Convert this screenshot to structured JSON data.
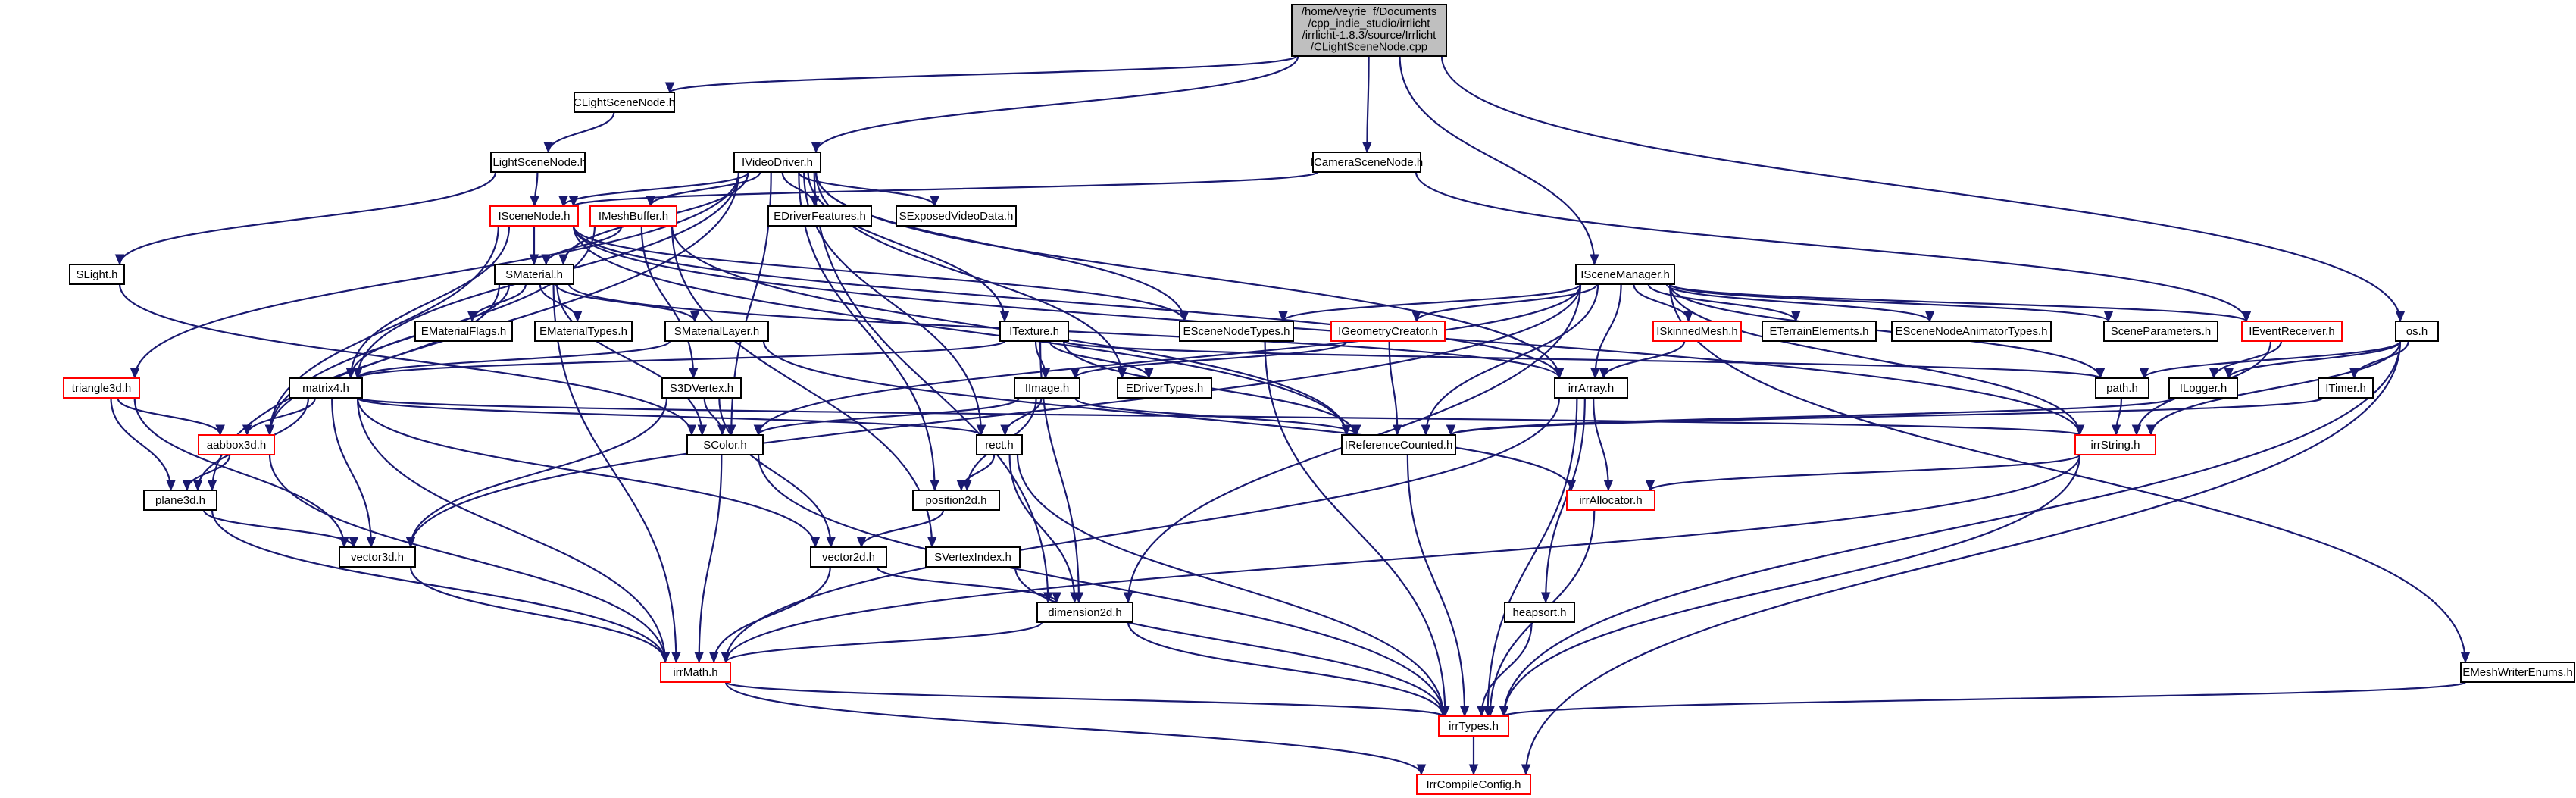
{
  "graph": {
    "root_label": [
      "/home/veyrie_f/Documents",
      "/cpp_indie_studio/irrlicht",
      "/irrlicht-1.8.3/source/Irrlicht",
      "/CLightSceneNode.cpp"
    ],
    "nodes": [
      {
        "id": "root",
        "label": "",
        "red": false
      },
      {
        "id": "clightscenenode",
        "label": "CLightSceneNode.h",
        "red": false
      },
      {
        "id": "ilightscenenode",
        "label": "ILightSceneNode.h",
        "red": false
      },
      {
        "id": "ivideodriver",
        "label": "IVideoDriver.h",
        "red": false
      },
      {
        "id": "icamerascenenode",
        "label": "ICameraSceneNode.h",
        "red": false
      },
      {
        "id": "iscenenode",
        "label": "ISceneNode.h",
        "red": true
      },
      {
        "id": "imeshbuffer",
        "label": "IMeshBuffer.h",
        "red": true
      },
      {
        "id": "edriverfeatures",
        "label": "EDriverFeatures.h",
        "red": false
      },
      {
        "id": "sexposedvideodata",
        "label": "SExposedVideoData.h",
        "red": false
      },
      {
        "id": "slight",
        "label": "SLight.h",
        "red": false
      },
      {
        "id": "smaterial",
        "label": "SMaterial.h",
        "red": false
      },
      {
        "id": "iscenemanager",
        "label": "ISceneManager.h",
        "red": false
      },
      {
        "id": "os",
        "label": "os.h",
        "red": false
      },
      {
        "id": "triangle3d",
        "label": "triangle3d.h",
        "red": true
      },
      {
        "id": "ematerialflags",
        "label": "EMaterialFlags.h",
        "red": false
      },
      {
        "id": "ematerialtypes",
        "label": "EMaterialTypes.h",
        "red": false
      },
      {
        "id": "smateriallayer",
        "label": "SMaterialLayer.h",
        "red": false
      },
      {
        "id": "itexture",
        "label": "ITexture.h",
        "red": false
      },
      {
        "id": "escenenodetypes",
        "label": "ESceneNodeTypes.h",
        "red": false
      },
      {
        "id": "igeometrycreator",
        "label": "IGeometryCreator.h",
        "red": true
      },
      {
        "id": "iskinnedmesh",
        "label": "ISkinnedMesh.h",
        "red": true
      },
      {
        "id": "eterrainelements",
        "label": "ETerrainElements.h",
        "red": false
      },
      {
        "id": "escenenodeanimatortypes",
        "label": "ESceneNodeAnimatorTypes.h",
        "red": false
      },
      {
        "id": "sceneparameters",
        "label": "SceneParameters.h",
        "red": false
      },
      {
        "id": "ieventreceiver",
        "label": "IEventReceiver.h",
        "red": true
      },
      {
        "id": "matrix4",
        "label": "matrix4.h",
        "red": false
      },
      {
        "id": "s3dvertex",
        "label": "S3DVertex.h",
        "red": false
      },
      {
        "id": "iimage",
        "label": "IImage.h",
        "red": false
      },
      {
        "id": "edrivertypes",
        "label": "EDriverTypes.h",
        "red": false
      },
      {
        "id": "irrarray",
        "label": "irrArray.h",
        "red": false
      },
      {
        "id": "path",
        "label": "path.h",
        "red": false
      },
      {
        "id": "ilogger",
        "label": "ILogger.h",
        "red": false
      },
      {
        "id": "itimer",
        "label": "ITimer.h",
        "red": false
      },
      {
        "id": "aabbox3d",
        "label": "aabbox3d.h",
        "red": true
      },
      {
        "id": "scolor",
        "label": "SColor.h",
        "red": false
      },
      {
        "id": "rect",
        "label": "rect.h",
        "red": false
      },
      {
        "id": "ireferencecounted",
        "label": "IReferenceCounted.h",
        "red": false
      },
      {
        "id": "irrstring",
        "label": "irrString.h",
        "red": true
      },
      {
        "id": "plane3d",
        "label": "plane3d.h",
        "red": false
      },
      {
        "id": "position2d",
        "label": "position2d.h",
        "red": false
      },
      {
        "id": "irrallocator",
        "label": "irrAllocator.h",
        "red": true
      },
      {
        "id": "vector3d",
        "label": "vector3d.h",
        "red": false
      },
      {
        "id": "vector2d",
        "label": "vector2d.h",
        "red": false
      },
      {
        "id": "svertexindex",
        "label": "SVertexIndex.h",
        "red": false
      },
      {
        "id": "dimension2d",
        "label": "dimension2d.h",
        "red": false
      },
      {
        "id": "heapsort",
        "label": "heapsort.h",
        "red": false
      },
      {
        "id": "irrmath",
        "label": "irrMath.h",
        "red": true
      },
      {
        "id": "emeshwriterenums",
        "label": "EMeshWriterEnums.h",
        "red": false
      },
      {
        "id": "irrtypes",
        "label": "irrTypes.h",
        "red": true
      },
      {
        "id": "irrcompileconfig",
        "label": "IrrCompileConfig.h",
        "red": true
      }
    ],
    "edges": [
      [
        "root",
        "clightscenenode"
      ],
      [
        "root",
        "ivideodriver"
      ],
      [
        "root",
        "icamerascenenode"
      ],
      [
        "root",
        "iscenemanager"
      ],
      [
        "root",
        "os"
      ],
      [
        "clightscenenode",
        "ilightscenenode"
      ],
      [
        "ilightscenenode",
        "iscenenode"
      ],
      [
        "ilightscenenode",
        "slight"
      ],
      [
        "ivideodriver",
        "iscenenode"
      ],
      [
        "ivideodriver",
        "imeshbuffer"
      ],
      [
        "ivideodriver",
        "edriverfeatures"
      ],
      [
        "ivideodriver",
        "sexposedvideodata"
      ],
      [
        "ivideodriver",
        "smaterial"
      ],
      [
        "ivideodriver",
        "itexture"
      ],
      [
        "ivideodriver",
        "edrivertypes"
      ],
      [
        "ivideodriver",
        "matrix4"
      ],
      [
        "ivideodriver",
        "triangle3d"
      ],
      [
        "ivideodriver",
        "plane3d"
      ],
      [
        "ivideodriver",
        "scolor"
      ],
      [
        "ivideodriver",
        "rect"
      ],
      [
        "ivideodriver",
        "position2d"
      ],
      [
        "ivideodriver",
        "dimension2d"
      ],
      [
        "ivideodriver",
        "irrarray"
      ],
      [
        "ivideodriver",
        "escenenodetypes"
      ],
      [
        "icamerascenenode",
        "iscenenode"
      ],
      [
        "icamerascenenode",
        "ieventreceiver"
      ],
      [
        "iscenenode",
        "smaterial"
      ],
      [
        "iscenenode",
        "matrix4"
      ],
      [
        "iscenenode",
        "aabbox3d"
      ],
      [
        "iscenenode",
        "escenenodetypes"
      ],
      [
        "iscenenode",
        "ireferencecounted"
      ],
      [
        "iscenenode",
        "irrstring"
      ],
      [
        "iscenenode",
        "irrarray"
      ],
      [
        "imeshbuffer",
        "smaterial"
      ],
      [
        "imeshbuffer",
        "s3dvertex"
      ],
      [
        "imeshbuffer",
        "svertexindex"
      ],
      [
        "imeshbuffer",
        "aabbox3d"
      ],
      [
        "imeshbuffer",
        "ireferencecounted"
      ],
      [
        "slight",
        "scolor"
      ],
      [
        "smaterial",
        "ematerialflags"
      ],
      [
        "smaterial",
        "ematerialtypes"
      ],
      [
        "smaterial",
        "smateriallayer"
      ],
      [
        "smaterial",
        "matrix4"
      ],
      [
        "smaterial",
        "scolor"
      ],
      [
        "smaterial",
        "irrmath"
      ],
      [
        "smaterial",
        "aabbox3d"
      ],
      [
        "smaterial",
        "irrarray"
      ],
      [
        "smateriallayer",
        "matrix4"
      ],
      [
        "smateriallayer",
        "irrallocator"
      ],
      [
        "iscenemanager",
        "escenenodetypes"
      ],
      [
        "iscenenode",
        "irrarray"
      ],
      [
        "iscenemanager",
        "igeometrycreator"
      ],
      [
        "iscenemanager",
        "iskinnedmesh"
      ],
      [
        "iscenemanager",
        "eterrainelements"
      ],
      [
        "iscenemanager",
        "escenenodeanimatortypes"
      ],
      [
        "iscenemanager",
        "sceneparameters"
      ],
      [
        "iscenemanager",
        "ieventreceiver"
      ],
      [
        "iscenemanager",
        "emeshwriterenums"
      ],
      [
        "iscenemanager",
        "irrarray"
      ],
      [
        "iscenemanager",
        "path"
      ],
      [
        "iscenemanager",
        "irrstring"
      ],
      [
        "iscenemanager",
        "ireferencecounted"
      ],
      [
        "iscenemanager",
        "vector3d"
      ],
      [
        "iscenemanager",
        "scolor"
      ],
      [
        "iscenemanager",
        "dimension2d"
      ],
      [
        "os",
        "path"
      ],
      [
        "os",
        "ilogger"
      ],
      [
        "os",
        "itimer"
      ],
      [
        "os",
        "irrstring"
      ],
      [
        "os",
        "irrtypes"
      ],
      [
        "os",
        "irrcompileconfig"
      ],
      [
        "triangle3d",
        "vector3d"
      ],
      [
        "triangle3d",
        "aabbox3d"
      ],
      [
        "triangle3d",
        "plane3d"
      ],
      [
        "itexture",
        "iimage"
      ],
      [
        "itexture",
        "edrivertypes"
      ],
      [
        "itexture",
        "path"
      ],
      [
        "itexture",
        "matrix4"
      ],
      [
        "itexture",
        "dimension2d"
      ],
      [
        "itexture",
        "ireferencecounted"
      ],
      [
        "escenenodetypes",
        "irrtypes"
      ],
      [
        "igeometrycreator",
        "iimage"
      ],
      [
        "igeometrycreator",
        "ireferencecounted"
      ],
      [
        "iskinnedmesh",
        "irrarray"
      ],
      [
        "ieventreceiver",
        "ilogger"
      ],
      [
        "ieventreceiver",
        "irrstring"
      ],
      [
        "matrix4",
        "vector3d"
      ],
      [
        "matrix4",
        "vector2d"
      ],
      [
        "matrix4",
        "plane3d"
      ],
      [
        "matrix4",
        "aabbox3d"
      ],
      [
        "matrix4",
        "rect"
      ],
      [
        "matrix4",
        "irrmath"
      ],
      [
        "matrix4",
        "irrstring"
      ],
      [
        "s3dvertex",
        "vector3d"
      ],
      [
        "s3dvertex",
        "vector2d"
      ],
      [
        "s3dvertex",
        "scolor"
      ],
      [
        "iimage",
        "ireferencecounted"
      ],
      [
        "iimage",
        "position2d"
      ],
      [
        "iimage",
        "rect"
      ],
      [
        "iimage",
        "scolor"
      ],
      [
        "irrarray",
        "heapsort"
      ],
      [
        "irrarray",
        "irrallocator"
      ],
      [
        "irrarray",
        "irrmath"
      ],
      [
        "irrarray",
        "irrtypes"
      ],
      [
        "path",
        "irrstring"
      ],
      [
        "ilogger",
        "ireferencecounted"
      ],
      [
        "itimer",
        "ireferencecounted"
      ],
      [
        "aabbox3d",
        "irrmath"
      ],
      [
        "aabbox3d",
        "plane3d"
      ],
      [
        "scolor",
        "irrmath"
      ],
      [
        "scolor",
        "irrtypes"
      ],
      [
        "rect",
        "dimension2d"
      ],
      [
        "rect",
        "position2d"
      ],
      [
        "rect",
        "irrtypes"
      ],
      [
        "ireferencecounted",
        "irrtypes"
      ],
      [
        "irrstring",
        "irrallocator"
      ],
      [
        "irrstring",
        "irrmath"
      ],
      [
        "irrstring",
        "irrtypes"
      ],
      [
        "plane3d",
        "vector3d"
      ],
      [
        "plane3d",
        "irrmath"
      ],
      [
        "position2d",
        "vector2d"
      ],
      [
        "irrallocator",
        "irrtypes"
      ],
      [
        "vector3d",
        "irrmath"
      ],
      [
        "vector2d",
        "irrmath"
      ],
      [
        "vector2d",
        "dimension2d"
      ],
      [
        "svertexindex",
        "irrtypes"
      ],
      [
        "dimension2d",
        "irrmath"
      ],
      [
        "dimension2d",
        "irrtypes"
      ],
      [
        "heapsort",
        "irrtypes"
      ],
      [
        "irrmath",
        "irrtypes"
      ],
      [
        "irrmath",
        "irrcompileconfig"
      ],
      [
        "emeshwriterenums",
        "irrtypes"
      ],
      [
        "irrtypes",
        "irrcompileconfig"
      ]
    ]
  }
}
